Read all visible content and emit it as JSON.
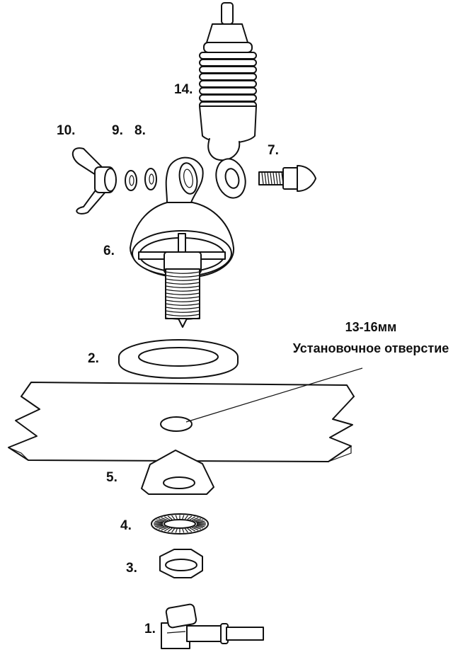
{
  "labels": {
    "p1": "1.",
    "p2": "2.",
    "p3": "3.",
    "p4": "4.",
    "p5": "5.",
    "p6": "6.",
    "p7": "7.",
    "p8": "8.",
    "p9": "9.",
    "p10": "10.",
    "p14": "14."
  },
  "note": {
    "size": "13-16мм",
    "text": "Установочное отверстие"
  }
}
